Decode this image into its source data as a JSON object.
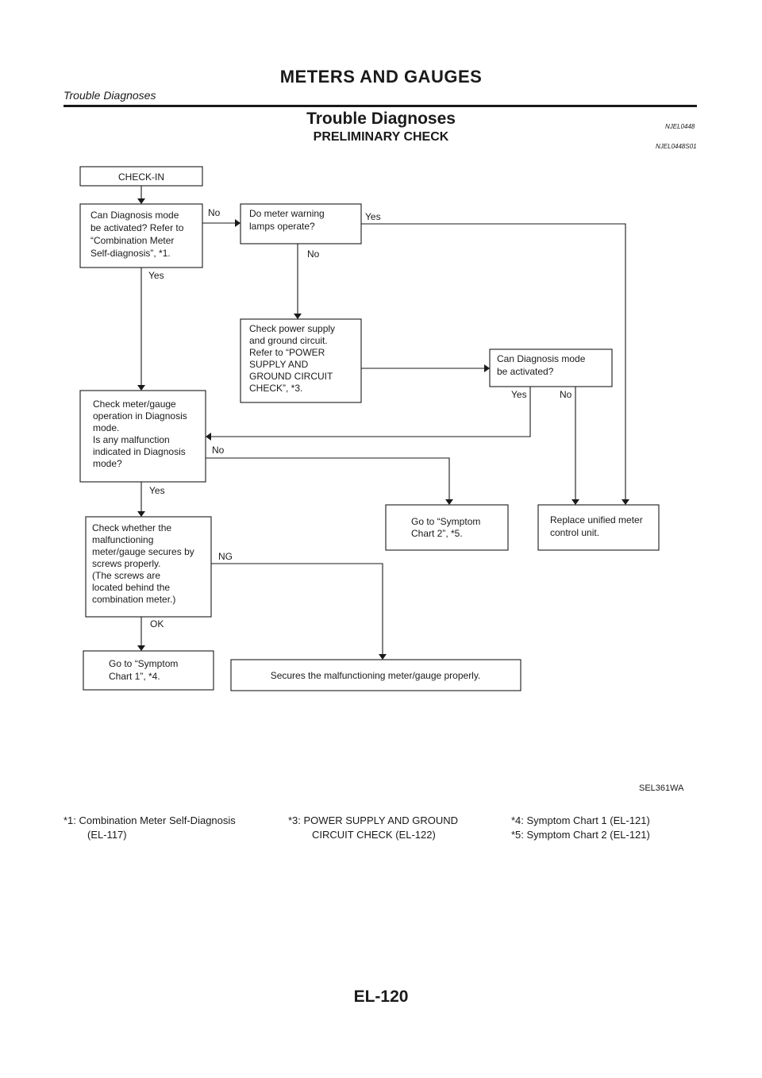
{
  "header": {
    "section": "METERS AND GAUGES",
    "subsection": "Trouble Diagnoses"
  },
  "page": {
    "title": "Trouble Diagnoses",
    "title_code": "NJEL0448",
    "subtitle": "PRELIMINARY CHECK",
    "subtitle_code": "NJEL0448S01"
  },
  "flow": {
    "check_in": "CHECK-IN",
    "can_diag": [
      "Can Diagnosis mode",
      "be activated? Refer to",
      "“Combination Meter",
      "Self-diagnosis”, *1."
    ],
    "warning_lamps": [
      "Do meter warning",
      "lamps operate?"
    ],
    "power_supply": [
      "Check power supply",
      "and ground circuit.",
      "Refer to “POWER",
      "SUPPLY AND",
      "GROUND CIRCUIT",
      "CHECK”, *3."
    ],
    "can_diag2": [
      "Can Diagnosis mode",
      "be activated?"
    ],
    "meter_op": [
      "Check meter/gauge",
      "operation in Diagnosis",
      "mode.",
      "Is any malfunction",
      "indicated in Diagnosis",
      "mode?"
    ],
    "symptom2": [
      "Go to “Symptom",
      "Chart 2”, *5."
    ],
    "replace": [
      "Replace unified meter",
      "control unit."
    ],
    "screws": [
      "Check whether the",
      "malfunctioning",
      "meter/gauge secures by",
      "screws properly.",
      "(The screws are",
      "located behind the",
      "combination meter.)"
    ],
    "symptom1": [
      "Go to “Symptom",
      "Chart 1”, *4."
    ],
    "secure": "Secures the malfunctioning meter/gauge properly.",
    "labels": {
      "no": "No",
      "yes": "Yes",
      "ng": "NG",
      "ok": "OK"
    }
  },
  "figure_code": "SEL361WA",
  "notes": {
    "n1_line1": "*1:  Combination Meter Self-Diagnosis",
    "n1_line2": "(EL-117)",
    "n3_line1": "*3:  POWER SUPPLY AND GROUND",
    "n3_line2": "CIRCUIT CHECK (EL-122)",
    "n4": "*4:  Symptom Chart 1 (EL-121)",
    "n5": "*5:  Symptom Chart 2 (EL-121)"
  },
  "footer": {
    "page_number": "EL-120"
  }
}
